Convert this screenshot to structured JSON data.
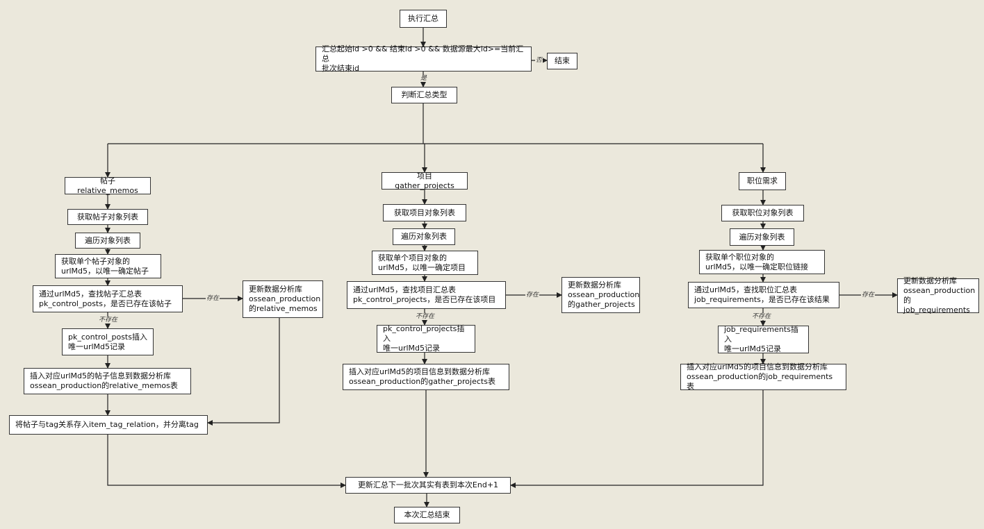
{
  "nodes": {
    "start": "执行汇总",
    "cond": "汇总起始id >0 && 结束id >0 && 数据源最大id>=当前汇总\n批次结束id",
    "end_no": "结束",
    "judge": "判断汇总类型",
    "a1": "帖子relative_memos",
    "a2": "获取帖子对象列表",
    "a3": "遍历对象列表",
    "a4": "获取单个帖子对象的\nurlMd5，以唯一确定帖子",
    "a5": "通过urlMd5，查找帖子汇总表\npk_control_posts，是否已存在该帖子",
    "a6": "更新数据分析库\nossean_production\n的relative_memos",
    "a7": "pk_control_posts插入\n唯一urlMd5记录",
    "a8": "插入对应urlMd5的帖子信息到数据分析库\nossean_production的relative_memos表",
    "a9": "将帖子与tag关系存入item_tag_relation，并分离tag",
    "b1": "项目gather_projects",
    "b2": "获取项目对象列表",
    "b3": "遍历对象列表",
    "b4": "获取单个项目对象的\nurlMd5，以唯一确定项目",
    "b5": "通过urlMd5，查找项目汇总表\npk_control_projects，是否已存在该项目",
    "b6": "更新数据分析库\nossean_production\n的gather_projects",
    "b7": "pk_control_projects插入\n唯一urlMd5记录",
    "b8": "插入对应urlMd5的项目信息到数据分析库\nossean_production的gather_projects表",
    "c1": "职位需求",
    "c2": "获取职位对象列表",
    "c3": "遍历对象列表",
    "c4": "获取单个职位对象的\nurlMd5，以唯一确定职位链接",
    "c5": "通过urlMd5，查找职位汇总表\njob_requirements，是否已存在该结果",
    "c6": "更新数据分析库\nossean_production\n的job_requirements",
    "c7": "job_requirements插入\n唯一urlMd5记录",
    "c8": "插入对应urlMd5的项目信息到数据分析库\nossean_production的job_requirements表",
    "update": "更新汇总下一批次其实有表到本次End+1",
    "final": "本次汇总结束"
  },
  "edge_labels": {
    "no": "否",
    "yes": "是",
    "exists": "存在",
    "not_exists": "不存在"
  }
}
